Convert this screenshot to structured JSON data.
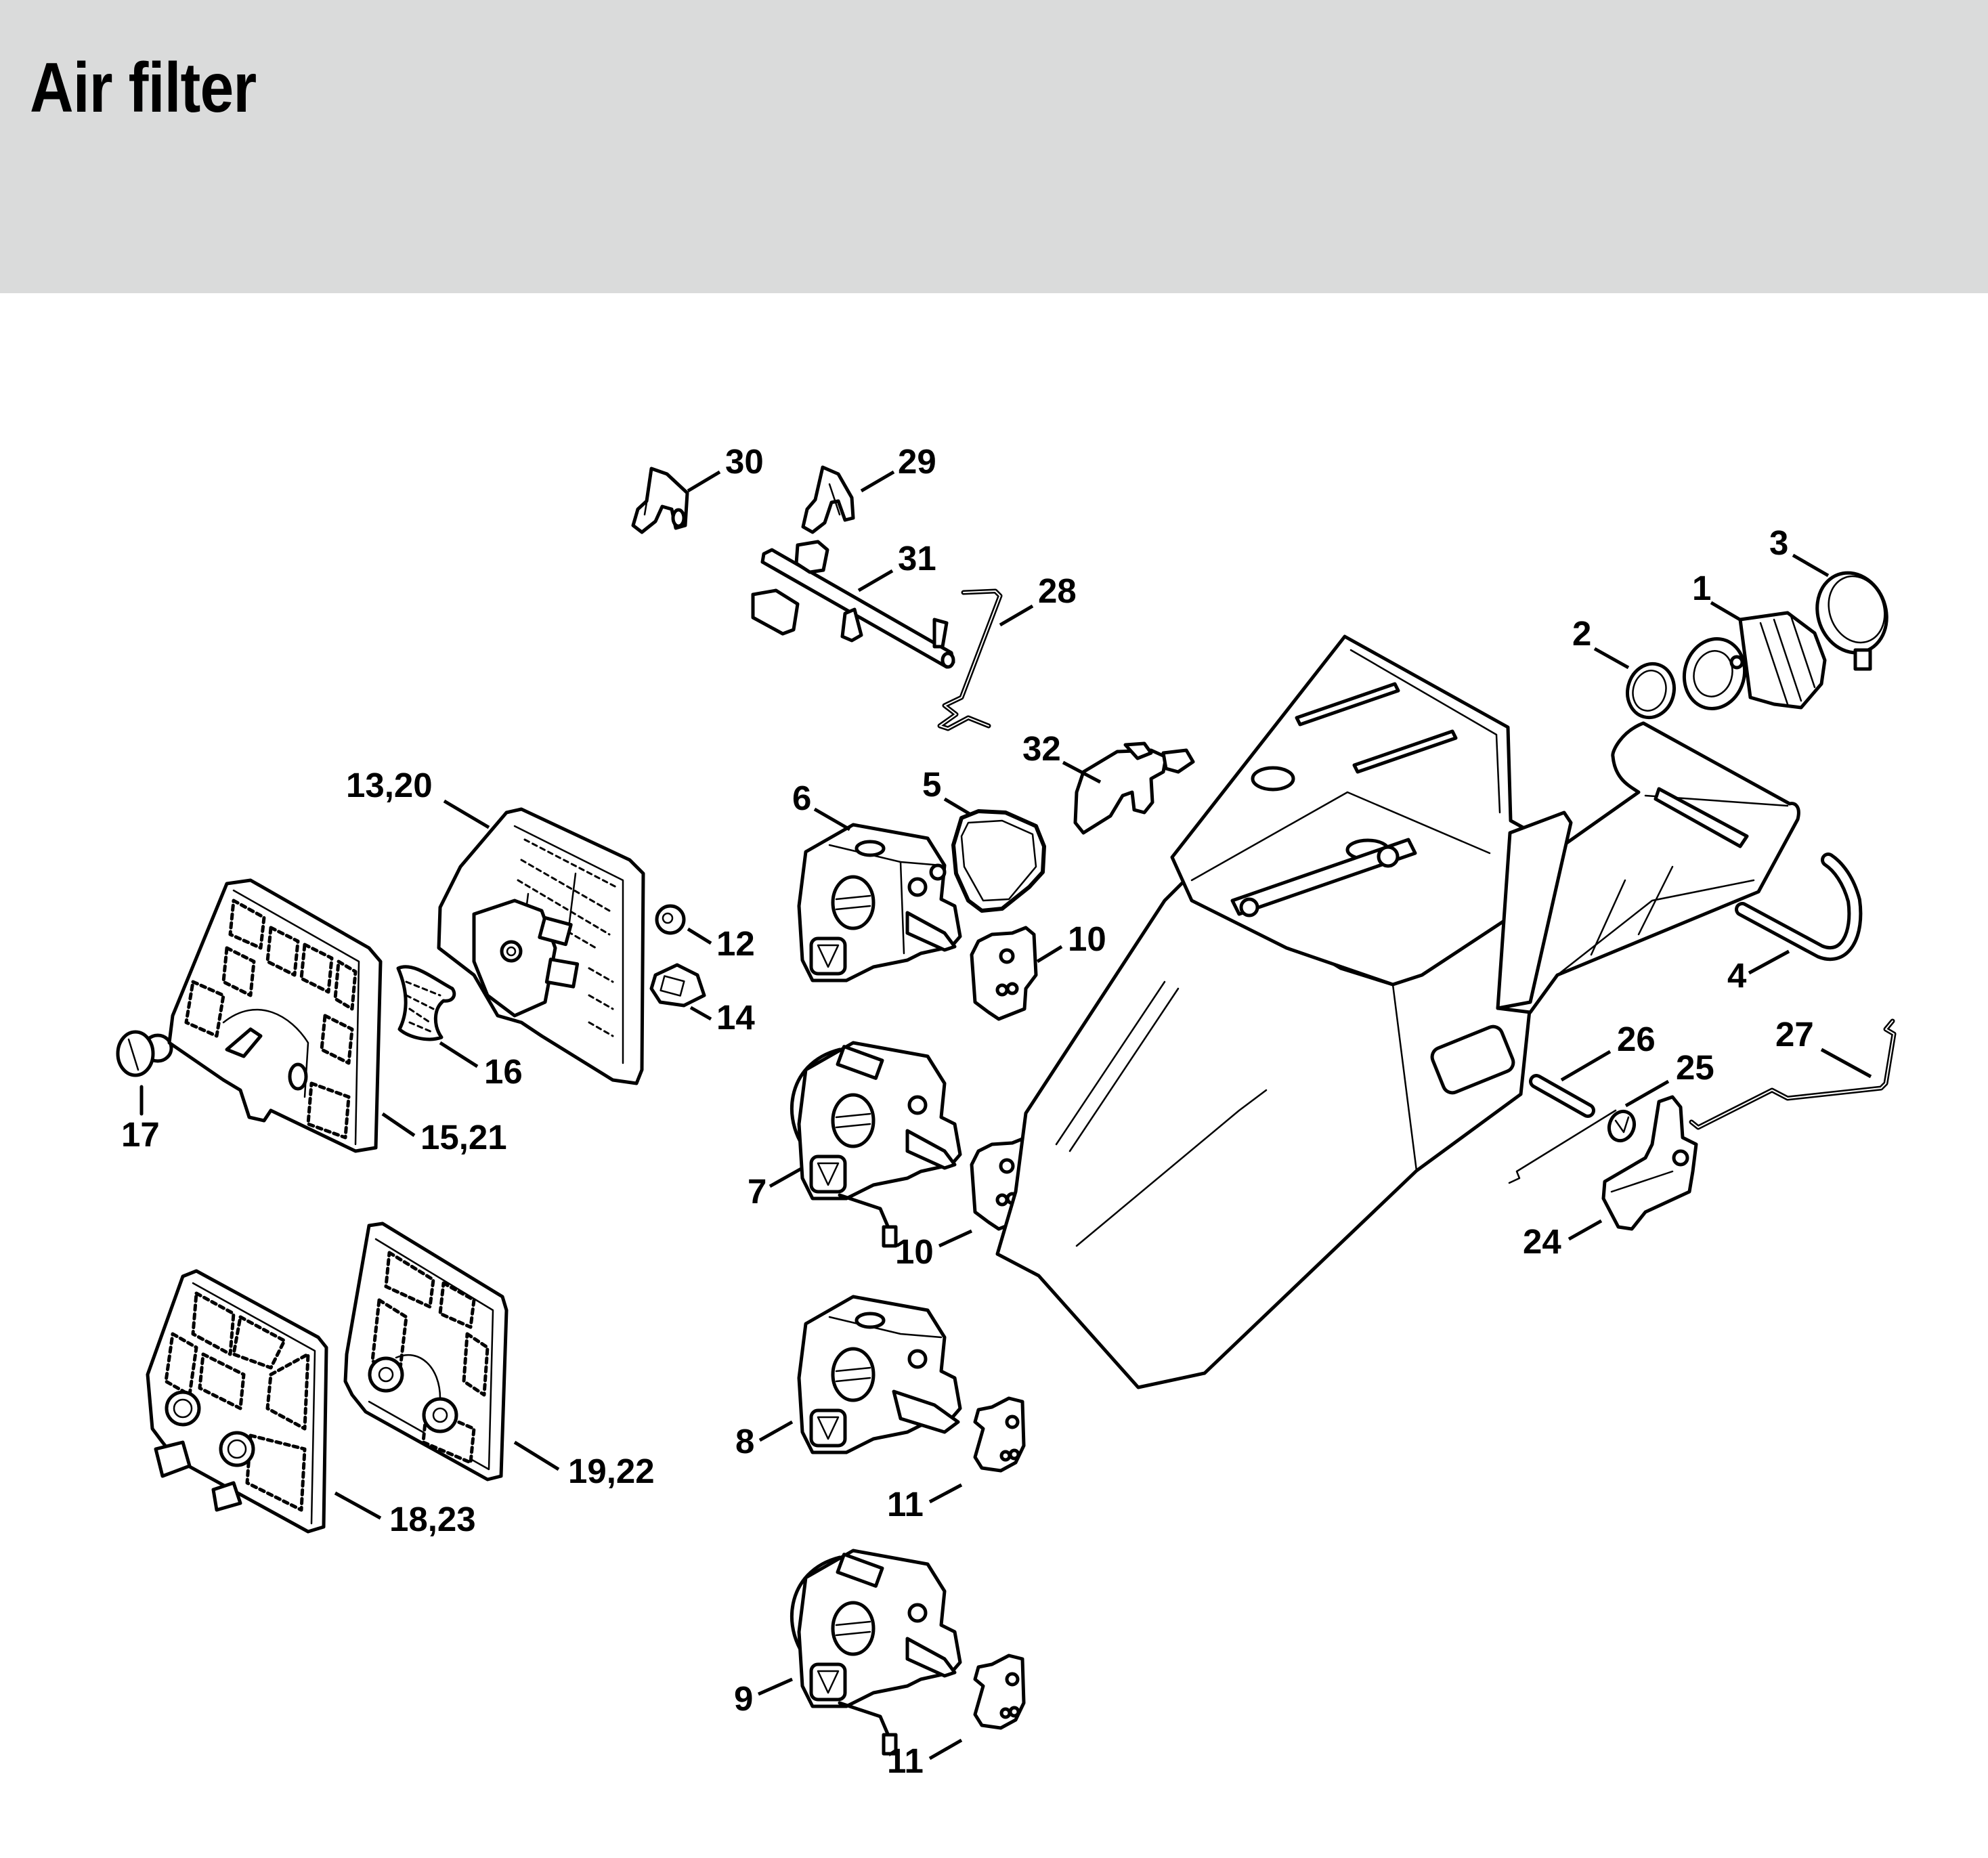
{
  "header": {
    "title": "Air filter",
    "background_color": "#dadbdb"
  },
  "diagram": {
    "type": "exploded-parts-diagram",
    "subject": "chainsaw air filter / carburetor housing assembly",
    "callouts": [
      {
        "id": "c30",
        "label": "30",
        "part": "lever"
      },
      {
        "id": "c29",
        "label": "29",
        "part": "lever"
      },
      {
        "id": "c31",
        "label": "31",
        "part": "shaft-with-levers"
      },
      {
        "id": "c28",
        "label": "28",
        "part": "wire-rod"
      },
      {
        "id": "c3",
        "label": "3",
        "part": "hose-clamp"
      },
      {
        "id": "c1",
        "label": "1",
        "part": "intake-manifold"
      },
      {
        "id": "c2",
        "label": "2",
        "part": "ring"
      },
      {
        "id": "c32",
        "label": "32",
        "part": "choke-lever"
      },
      {
        "id": "c6",
        "label": "6",
        "part": "carburetor"
      },
      {
        "id": "c5",
        "label": "5",
        "part": "gasket"
      },
      {
        "id": "c10a",
        "label": "10",
        "part": "adapter-plate"
      },
      {
        "id": "c13_20",
        "label": "13,20",
        "part": "filter-base"
      },
      {
        "id": "c12",
        "label": "12",
        "part": "nut"
      },
      {
        "id": "c14",
        "label": "14",
        "part": "grommet"
      },
      {
        "id": "c16",
        "label": "16",
        "part": "foam-seal"
      },
      {
        "id": "c17",
        "label": "17",
        "part": "screw"
      },
      {
        "id": "c15_21",
        "label": "15,21",
        "part": "air-filter"
      },
      {
        "id": "c7",
        "label": "7",
        "part": "carburetor"
      },
      {
        "id": "c10b",
        "label": "10",
        "part": "adapter-plate"
      },
      {
        "id": "c8",
        "label": "8",
        "part": "carburetor"
      },
      {
        "id": "c11a",
        "label": "11",
        "part": "adapter-plate"
      },
      {
        "id": "c9",
        "label": "9",
        "part": "carburetor"
      },
      {
        "id": "c11b",
        "label": "11",
        "part": "adapter-plate"
      },
      {
        "id": "c19_22",
        "label": "19,22",
        "part": "air-filter"
      },
      {
        "id": "c18_23",
        "label": "18,23",
        "part": "air-filter"
      },
      {
        "id": "c4",
        "label": "4",
        "part": "hose"
      },
      {
        "id": "c26",
        "label": "26",
        "part": "pin"
      },
      {
        "id": "c25",
        "label": "25",
        "part": "spring"
      },
      {
        "id": "c27",
        "label": "27",
        "part": "throttle-rod"
      },
      {
        "id": "c24",
        "label": "24",
        "part": "throttle-trigger"
      }
    ]
  }
}
